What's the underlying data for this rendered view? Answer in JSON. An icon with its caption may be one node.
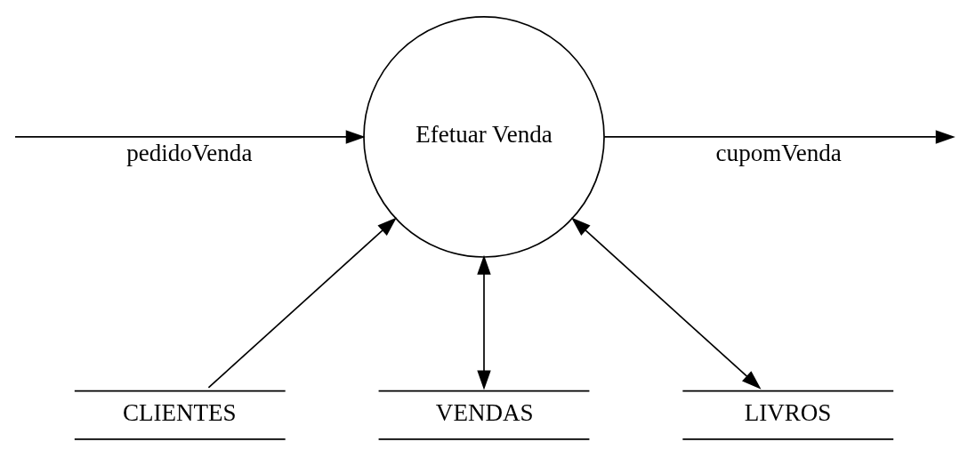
{
  "diagram": {
    "nodes": [
      {
        "text": [
          "Efetuar Venda"
        ]
      },
      {
        "text": [
          "CLIENTES"
        ]
      },
      {
        "text": [
          "VENDAS"
        ]
      },
      {
        "text": [
          "LIVROS"
        ]
      }
    ],
    "edges": [
      {
        "from": 1,
        "to": 0,
        "arrow": "to"
      },
      {
        "from": 2,
        "to": 0,
        "arrow": "both"
      },
      {
        "from": 3,
        "to": 0,
        "arrow": "both"
      },
      {
        "from": 0,
        "to": null,
        "arrow": "to",
        "label": "cupomVenda"
      },
      {
        "from": null,
        "to": 0,
        "arrow": "to",
        "label": "pedidoVenda"
      }
    ]
  }
}
